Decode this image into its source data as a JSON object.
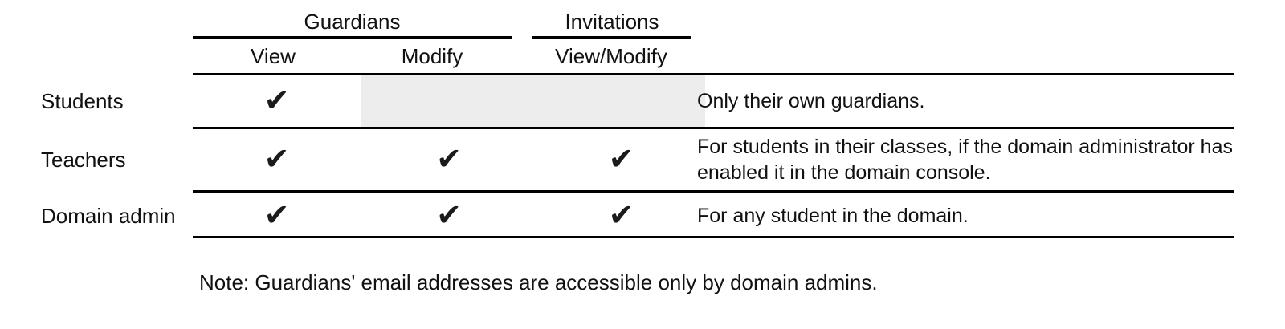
{
  "table": {
    "column_groups": [
      {
        "label": "Guardians",
        "name": "guardians"
      },
      {
        "label": "Invitations",
        "name": "invitations"
      }
    ],
    "columns": [
      {
        "label": "View",
        "name": "view"
      },
      {
        "label": "Modify",
        "name": "modify"
      },
      {
        "label": "View/Modify",
        "name": "view-modify"
      },
      {
        "label": "",
        "name": "notes"
      }
    ],
    "rows": [
      {
        "label": "Students",
        "guardians_view": "✔",
        "guardians_modify": "",
        "guardians_modify_state": "disabled",
        "invitations_view_modify": "",
        "invitations_view_modify_state": "disabled",
        "description": "Only their own guardians."
      },
      {
        "label": "Teachers",
        "guardians_view": "✔",
        "guardians_modify": "✔",
        "guardians_modify_state": "enabled",
        "invitations_view_modify": "✔",
        "invitations_view_modify_state": "enabled",
        "description": "For students in their classes, if the domain administrator has enabled it in the domain console."
      },
      {
        "label": "Domain admin",
        "guardians_view": "✔",
        "guardians_modify": "✔",
        "guardians_modify_state": "enabled",
        "invitations_view_modify": "✔",
        "invitations_view_modify_state": "enabled",
        "description": "For any student in the domain."
      }
    ]
  },
  "note": "Note: Guardians' email addresses are accessible only by domain admins.",
  "colors": {
    "rule": "#000000",
    "text": "#111111",
    "shaded_cell": "#ededed",
    "check": "#1b1b1b",
    "background": "#ffffff"
  }
}
